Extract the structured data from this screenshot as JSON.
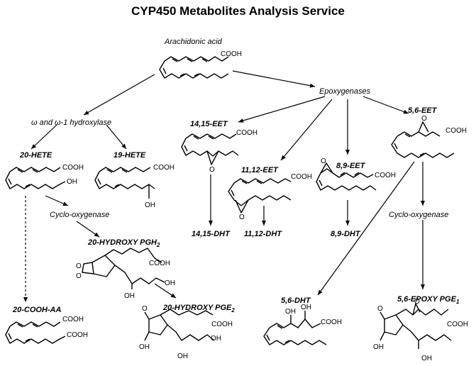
{
  "title": "CYP450 Metabolites Analysis Service",
  "labels": {
    "arachidonic_acid": "Arachidonic acid",
    "epoxygenases": "Epoxygenases",
    "hydroxylase": "ω and ω-1 hydroxylase",
    "hete20": "20-HETE",
    "hete19": "19-HETE",
    "eet1415": "14,15-EET",
    "eet1112": "11,12-EET",
    "eet89": "8,9-EET",
    "eet56": "5,6-EET",
    "dht1415": "14,15-DHT",
    "dht1112": "11,12-DHT",
    "dht89": "8,9-DHT",
    "dht56": "5,6-DHT",
    "cyclooxygenase_left": "Cyclo-oxygenase",
    "cyclooxygenase_right": "Cyclo-oxygenase",
    "hydroxy_pgh2": "20-HYDROXY PGH",
    "hydroxy_pgh2_sub": "2",
    "hydroxy_pge2": "20-HYDROXY PGE",
    "hydroxy_pge2_sub": "2",
    "cooh_aa": "20-COOH-AA",
    "epoxy_pge1": "5,6-EPOXY PGE",
    "epoxy_pge1_sub": "1"
  },
  "groups": {
    "cooh": "COOH",
    "oh": "OH",
    "o": "O"
  }
}
